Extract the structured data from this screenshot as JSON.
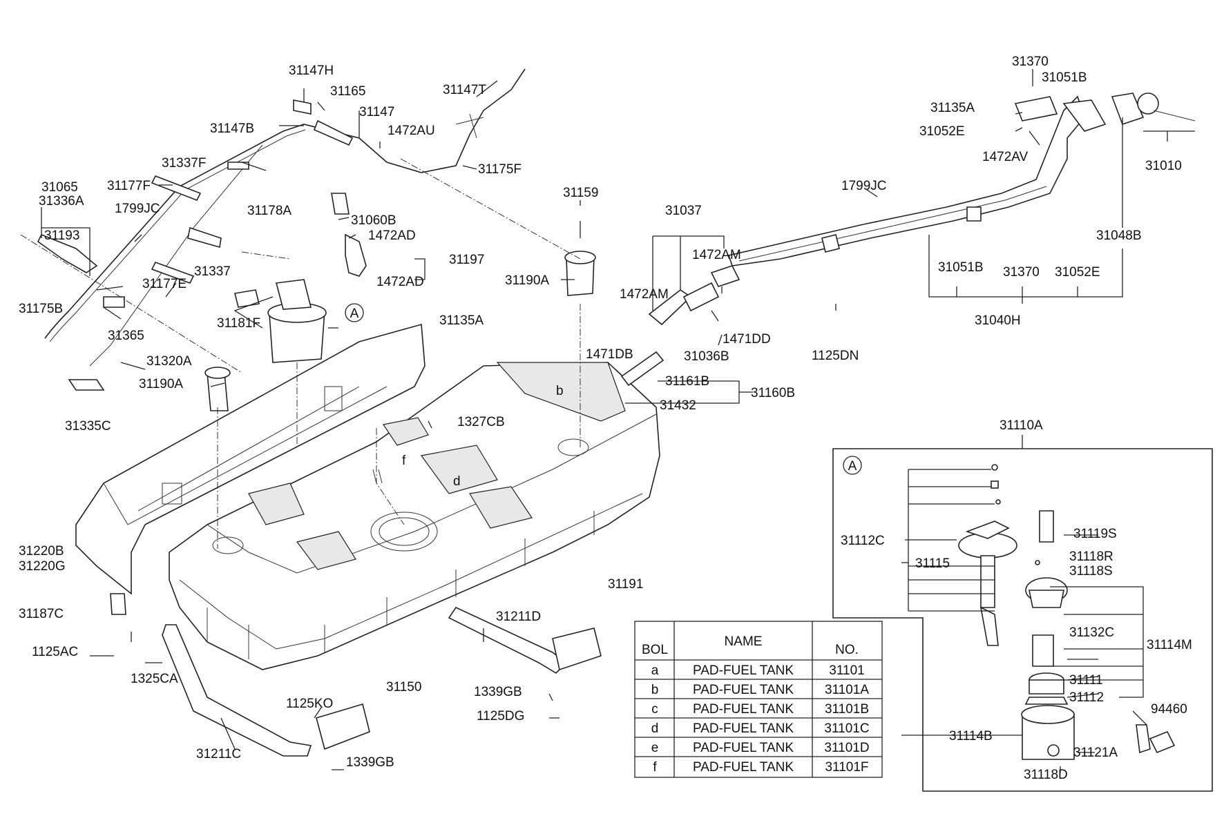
{
  "diagram": {
    "markers": {
      "circle_a": "A"
    },
    "box_label": "31110A",
    "pad_letters": {
      "b": "b",
      "d": "d",
      "f": "f"
    },
    "labels": {
      "p31147H": "31147H",
      "p31165": "31165",
      "p31147": "31147",
      "p1472AU": "1472AU",
      "p31147T": "31147T",
      "p31147B": "31147B",
      "p31337F": "31337F",
      "p31175F": "31175F",
      "p31065": "31065",
      "p31336A": "31336A",
      "p31177F": "31177F",
      "p1799JC_l": "1799JC",
      "p31193": "31193",
      "p31178A": "31178A",
      "p31060B": "31060B",
      "p1472AD_t": "1472AD",
      "p31197": "31197",
      "p1472AD_b": "1472AD",
      "p31337": "31337",
      "p31177E": "31177E",
      "p31181F": "31181F",
      "p31135A_m": "31135A",
      "p31175B": "31175B",
      "p31365": "31365",
      "p31320A": "31320A",
      "p31190A_l": "31190A",
      "p31335C": "31335C",
      "p31159": "31159",
      "p31190A_r": "31190A",
      "p31037": "31037",
      "p1472AM_r": "1472AM",
      "p1472AM_l": "1472AM",
      "p1471DD": "1471DD",
      "p31036B": "31036B",
      "p1471DB": "1471DB",
      "p31161B": "31161B",
      "p31160B": "31160B",
      "p31432": "31432",
      "p1327CB": "1327CB",
      "p1799JC_r": "1799JC",
      "p1125DN": "1125DN",
      "p31370_t": "31370",
      "p31051B_t": "31051B",
      "p31135A_t": "31135A",
      "p31052E_t": "31052E",
      "p1472AV": "1472AV",
      "p31010": "31010",
      "p31048B": "31048B",
      "p31051B_b": "31051B",
      "p31370_b": "31370",
      "p31052E_b": "31052E",
      "p31040H": "31040H",
      "p31220B": "31220B",
      "p31220G": "31220G",
      "p31187C": "31187C",
      "p1125AC": "1125AC",
      "p1325CA": "1325CA",
      "p31211C": "31211C",
      "p1125KO": "1125KO",
      "p1339GB_b": "1339GB",
      "p31150": "31150",
      "p31211D": "31211D",
      "p1339GB_r": "1339GB",
      "p1125DG": "1125DG",
      "p31191": "31191",
      "p31112C": "31112C",
      "p31115": "31115",
      "p31119S": "31119S",
      "p31118R": "31118R",
      "p31118S": "31118S",
      "p31132C": "31132C",
      "p31114M": "31114M",
      "p31111": "31111",
      "p31112": "31112",
      "p31114B": "31114B",
      "p31121A": "31121A",
      "p31118D": "31118D",
      "p94460": "94460"
    }
  },
  "table": {
    "headers": {
      "bol": "BOL",
      "name": "NAME",
      "no": "NO."
    },
    "rows": [
      {
        "bol": "a",
        "name": "PAD-FUEL TANK",
        "no": "31101"
      },
      {
        "bol": "b",
        "name": "PAD-FUEL TANK",
        "no": "31101A"
      },
      {
        "bol": "c",
        "name": "PAD-FUEL TANK",
        "no": "31101B"
      },
      {
        "bol": "d",
        "name": "PAD-FUEL TANK",
        "no": "31101C"
      },
      {
        "bol": "e",
        "name": "PAD-FUEL TANK",
        "no": "31101D"
      },
      {
        "bol": "f",
        "name": "PAD-FUEL TANK",
        "no": "31101F"
      }
    ]
  }
}
